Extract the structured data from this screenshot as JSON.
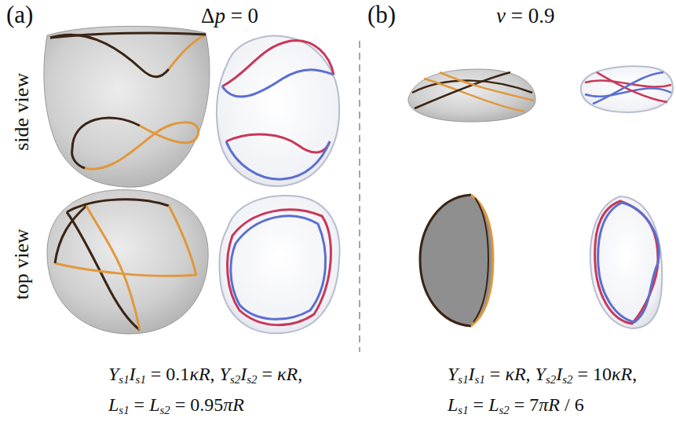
{
  "diagram": {
    "labels": [
      "(a)",
      "Δp = 0",
      "(b)",
      "v = 0.9",
      "side view",
      "top view",
      "Ys1Is1 = 0.1κR, Ys2Is2 = κR,",
      "Ls1 = Ls2 = 0.95πR",
      "Ys1Is1 = κR, Ys2Is2 = 10κR,",
      "Ls1 = Ls2 = 7πR / 6"
    ]
  }
}
